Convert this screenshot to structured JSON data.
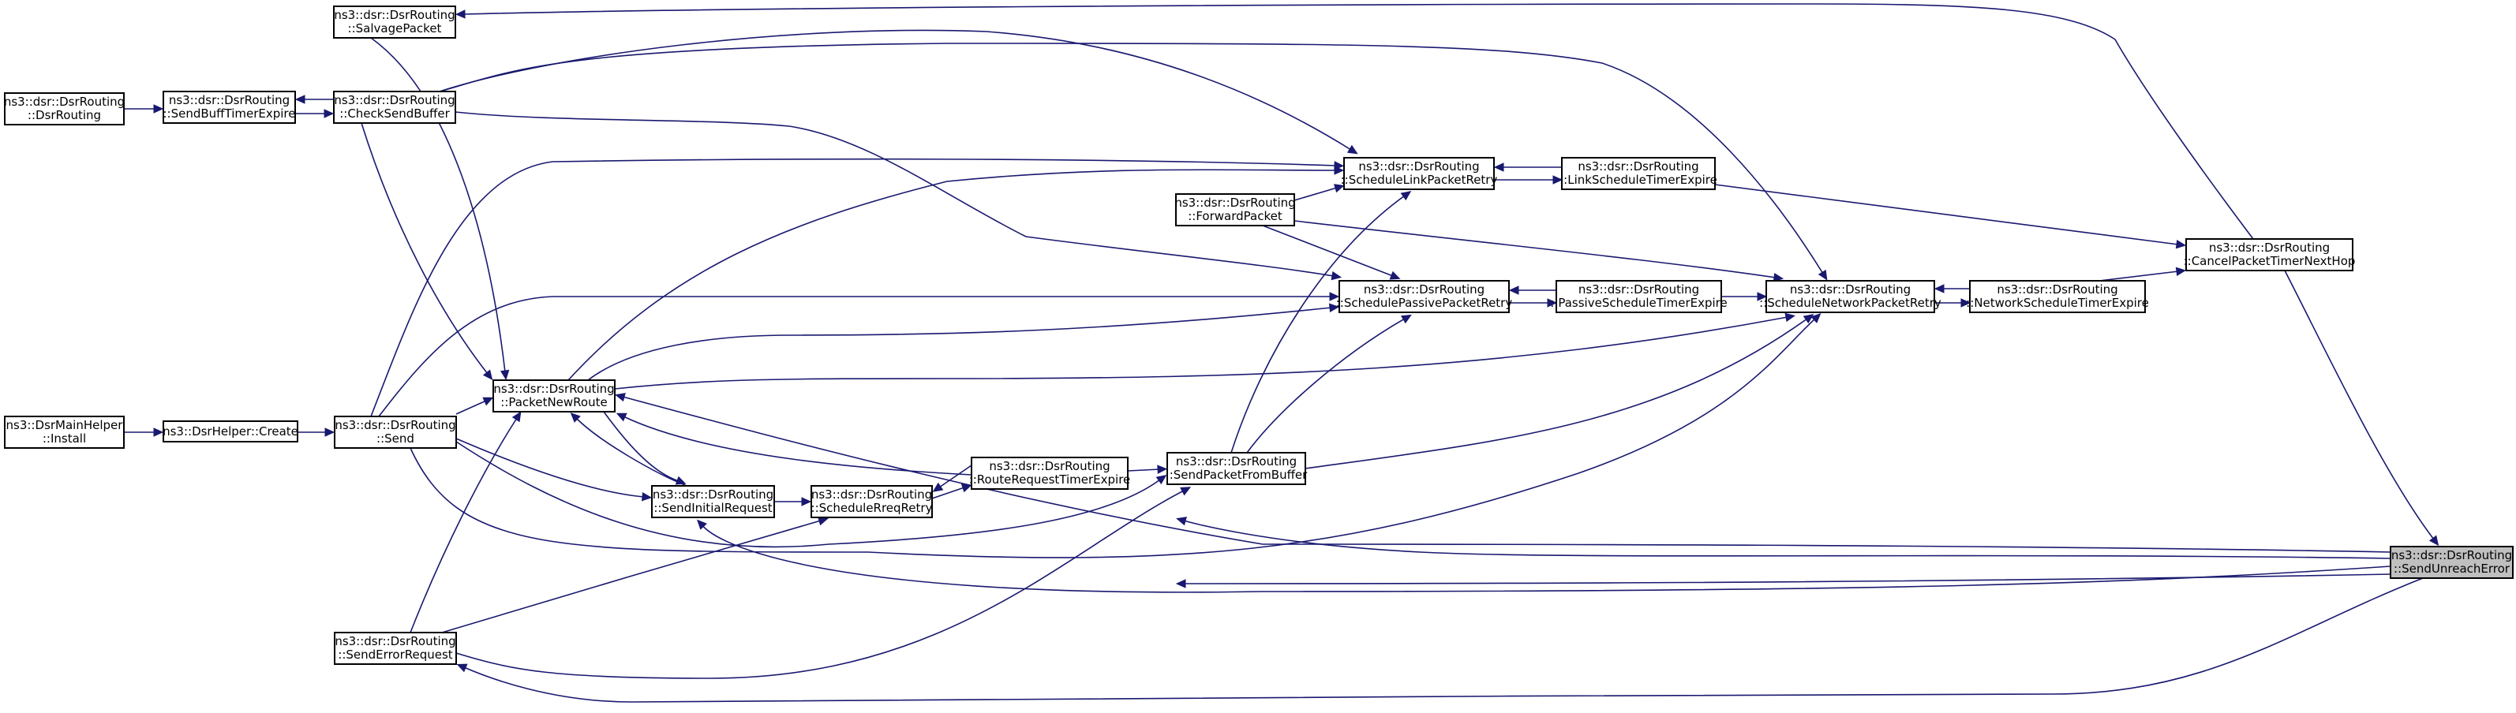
{
  "title": "ns3::dsr::DsrRouting::SendUnreachError caller graph",
  "colors": {
    "edge": "#191970",
    "node_border": "#000000",
    "node_fill": "#ffffff",
    "focus_fill": "#bfbfbf"
  },
  "nodes": [
    {
      "id": "DsrRouting",
      "lines": [
        "ns3::dsr::DsrRouting",
        "::DsrRouting"
      ]
    },
    {
      "id": "SendBuffTimerExpire",
      "lines": [
        "ns3::dsr::DsrRouting",
        "::SendBuffTimerExpire"
      ]
    },
    {
      "id": "CheckSendBuffer",
      "lines": [
        "ns3::dsr::DsrRouting",
        "::CheckSendBuffer"
      ]
    },
    {
      "id": "SalvagePacket",
      "lines": [
        "ns3::dsr::DsrRouting",
        "::SalvagePacket"
      ]
    },
    {
      "id": "Install",
      "lines": [
        "ns3::DsrMainHelper",
        "::Install"
      ]
    },
    {
      "id": "Create",
      "lines": [
        "ns3::DsrHelper::Create"
      ]
    },
    {
      "id": "Send",
      "lines": [
        "ns3::dsr::DsrRouting",
        "::Send"
      ]
    },
    {
      "id": "PacketNewRoute",
      "lines": [
        "ns3::dsr::DsrRouting",
        "::PacketNewRoute"
      ]
    },
    {
      "id": "SendErrorRequest",
      "lines": [
        "ns3::dsr::DsrRouting",
        "::SendErrorRequest"
      ]
    },
    {
      "id": "SendInitialRequest",
      "lines": [
        "ns3::dsr::DsrRouting",
        "::SendInitialRequest"
      ]
    },
    {
      "id": "ScheduleRreqRetry",
      "lines": [
        "ns3::dsr::DsrRouting",
        "::ScheduleRreqRetry"
      ]
    },
    {
      "id": "RouteRequestTimerExpire",
      "lines": [
        "ns3::dsr::DsrRouting",
        "::RouteRequestTimerExpire"
      ]
    },
    {
      "id": "SendPacketFromBuffer",
      "lines": [
        "ns3::dsr::DsrRouting",
        "::SendPacketFromBuffer"
      ]
    },
    {
      "id": "ForwardPacket",
      "lines": [
        "ns3::dsr::DsrRouting",
        "::ForwardPacket"
      ]
    },
    {
      "id": "ScheduleLinkPacketRetry",
      "lines": [
        "ns3::dsr::DsrRouting",
        "::ScheduleLinkPacketRetry"
      ]
    },
    {
      "id": "LinkScheduleTimerExpire",
      "lines": [
        "ns3::dsr::DsrRouting",
        "::LinkScheduleTimerExpire"
      ]
    },
    {
      "id": "SchedulePassivePacketRetry",
      "lines": [
        "ns3::dsr::DsrRouting",
        "::SchedulePassivePacketRetry"
      ]
    },
    {
      "id": "PassiveScheduleTimerExpire",
      "lines": [
        "ns3::dsr::DsrRouting",
        "::PassiveScheduleTimerExpire"
      ]
    },
    {
      "id": "ScheduleNetworkPacketRetry",
      "lines": [
        "ns3::dsr::DsrRouting",
        "::ScheduleNetworkPacketRetry"
      ]
    },
    {
      "id": "NetworkScheduleTimerExpire",
      "lines": [
        "ns3::dsr::DsrRouting",
        "::NetworkScheduleTimerExpire"
      ]
    },
    {
      "id": "CancelPacketTimerNextHop",
      "lines": [
        "ns3::dsr::DsrRouting",
        "::CancelPacketTimerNextHop"
      ]
    },
    {
      "id": "SendUnreachError",
      "lines": [
        "ns3::dsr::DsrRouting",
        "::SendUnreachError"
      ],
      "focus": true
    }
  ],
  "edges": [
    {
      "from": "DsrRouting",
      "to": "SendBuffTimerExpire"
    },
    {
      "from": "SendBuffTimerExpire",
      "to": "CheckSendBuffer"
    },
    {
      "from": "CheckSendBuffer",
      "to": "SendBuffTimerExpire"
    },
    {
      "from": "Install",
      "to": "Create"
    },
    {
      "from": "Create",
      "to": "Send"
    },
    {
      "from": "Send",
      "to": "PacketNewRoute"
    },
    {
      "from": "CheckSendBuffer",
      "to": "PacketNewRoute"
    },
    {
      "from": "SalvagePacket",
      "to": "PacketNewRoute"
    },
    {
      "from": "CheckSendBuffer",
      "to": "ScheduleLinkPacketRetry"
    },
    {
      "from": "CheckSendBuffer",
      "to": "SchedulePassivePacketRetry"
    },
    {
      "from": "CheckSendBuffer",
      "to": "ScheduleNetworkPacketRetry"
    },
    {
      "from": "Send",
      "to": "ScheduleLinkPacketRetry"
    },
    {
      "from": "Send",
      "to": "SchedulePassivePacketRetry"
    },
    {
      "from": "Send",
      "to": "SendPacketFromBuffer"
    },
    {
      "from": "Send",
      "to": "SendInitialRequest"
    },
    {
      "from": "Send",
      "to": "ScheduleNetworkPacketRetry"
    },
    {
      "from": "PacketNewRoute",
      "to": "ScheduleLinkPacketRetry"
    },
    {
      "from": "PacketNewRoute",
      "to": "SchedulePassivePacketRetry"
    },
    {
      "from": "PacketNewRoute",
      "to": "ScheduleNetworkPacketRetry"
    },
    {
      "from": "PacketNewRoute",
      "to": "SendInitialRequest"
    },
    {
      "from": "SendInitialRequest",
      "to": "PacketNewRoute"
    },
    {
      "from": "RouteRequestTimerExpire",
      "to": "PacketNewRoute"
    },
    {
      "from": "SendUnreachError",
      "to": "PacketNewRoute"
    },
    {
      "from": "SendErrorRequest",
      "to": "PacketNewRoute"
    },
    {
      "from": "SendErrorRequest",
      "to": "ScheduleRreqRetry"
    },
    {
      "from": "SendErrorRequest",
      "to": "SendPacketFromBuffer"
    },
    {
      "from": "SendInitialRequest",
      "to": "ScheduleRreqRetry"
    },
    {
      "from": "ScheduleRreqRetry",
      "to": "RouteRequestTimerExpire"
    },
    {
      "from": "RouteRequestTimerExpire",
      "to": "ScheduleRreqRetry"
    },
    {
      "from": "RouteRequestTimerExpire",
      "to": "SendPacketFromBuffer"
    },
    {
      "from": "SendPacketFromBuffer",
      "to": "ScheduleLinkPacketRetry"
    },
    {
      "from": "SendPacketFromBuffer",
      "to": "SchedulePassivePacketRetry"
    },
    {
      "from": "SendPacketFromBuffer",
      "to": "ScheduleNetworkPacketRetry"
    },
    {
      "from": "ForwardPacket",
      "to": "ScheduleLinkPacketRetry"
    },
    {
      "from": "ForwardPacket",
      "to": "SchedulePassivePacketRetry"
    },
    {
      "from": "ForwardPacket",
      "to": "ScheduleNetworkPacketRetry"
    },
    {
      "from": "ScheduleLinkPacketRetry",
      "to": "LinkScheduleTimerExpire"
    },
    {
      "from": "LinkScheduleTimerExpire",
      "to": "ScheduleLinkPacketRetry"
    },
    {
      "from": "LinkScheduleTimerExpire",
      "to": "CancelPacketTimerNextHop"
    },
    {
      "from": "SchedulePassivePacketRetry",
      "to": "PassiveScheduleTimerExpire"
    },
    {
      "from": "PassiveScheduleTimerExpire",
      "to": "SchedulePassivePacketRetry"
    },
    {
      "from": "PassiveScheduleTimerExpire",
      "to": "ScheduleNetworkPacketRetry"
    },
    {
      "from": "ScheduleNetworkPacketRetry",
      "to": "NetworkScheduleTimerExpire"
    },
    {
      "from": "NetworkScheduleTimerExpire",
      "to": "ScheduleNetworkPacketRetry"
    },
    {
      "from": "NetworkScheduleTimerExpire",
      "to": "CancelPacketTimerNextHop"
    },
    {
      "from": "CancelPacketTimerNextHop",
      "to": "SalvagePacket"
    },
    {
      "from": "CancelPacketTimerNextHop",
      "to": "SendUnreachError"
    },
    {
      "from": "SendUnreachError",
      "to": "SendInitialRequest"
    },
    {
      "from": "SendUnreachError",
      "to": "SendErrorRequest"
    },
    {
      "from": "SendUnreachError",
      "to": "ScheduleNetworkPacketRetry"
    },
    {
      "from": "SendUnreachError",
      "to": "ScheduleLinkPacketRetry"
    }
  ]
}
